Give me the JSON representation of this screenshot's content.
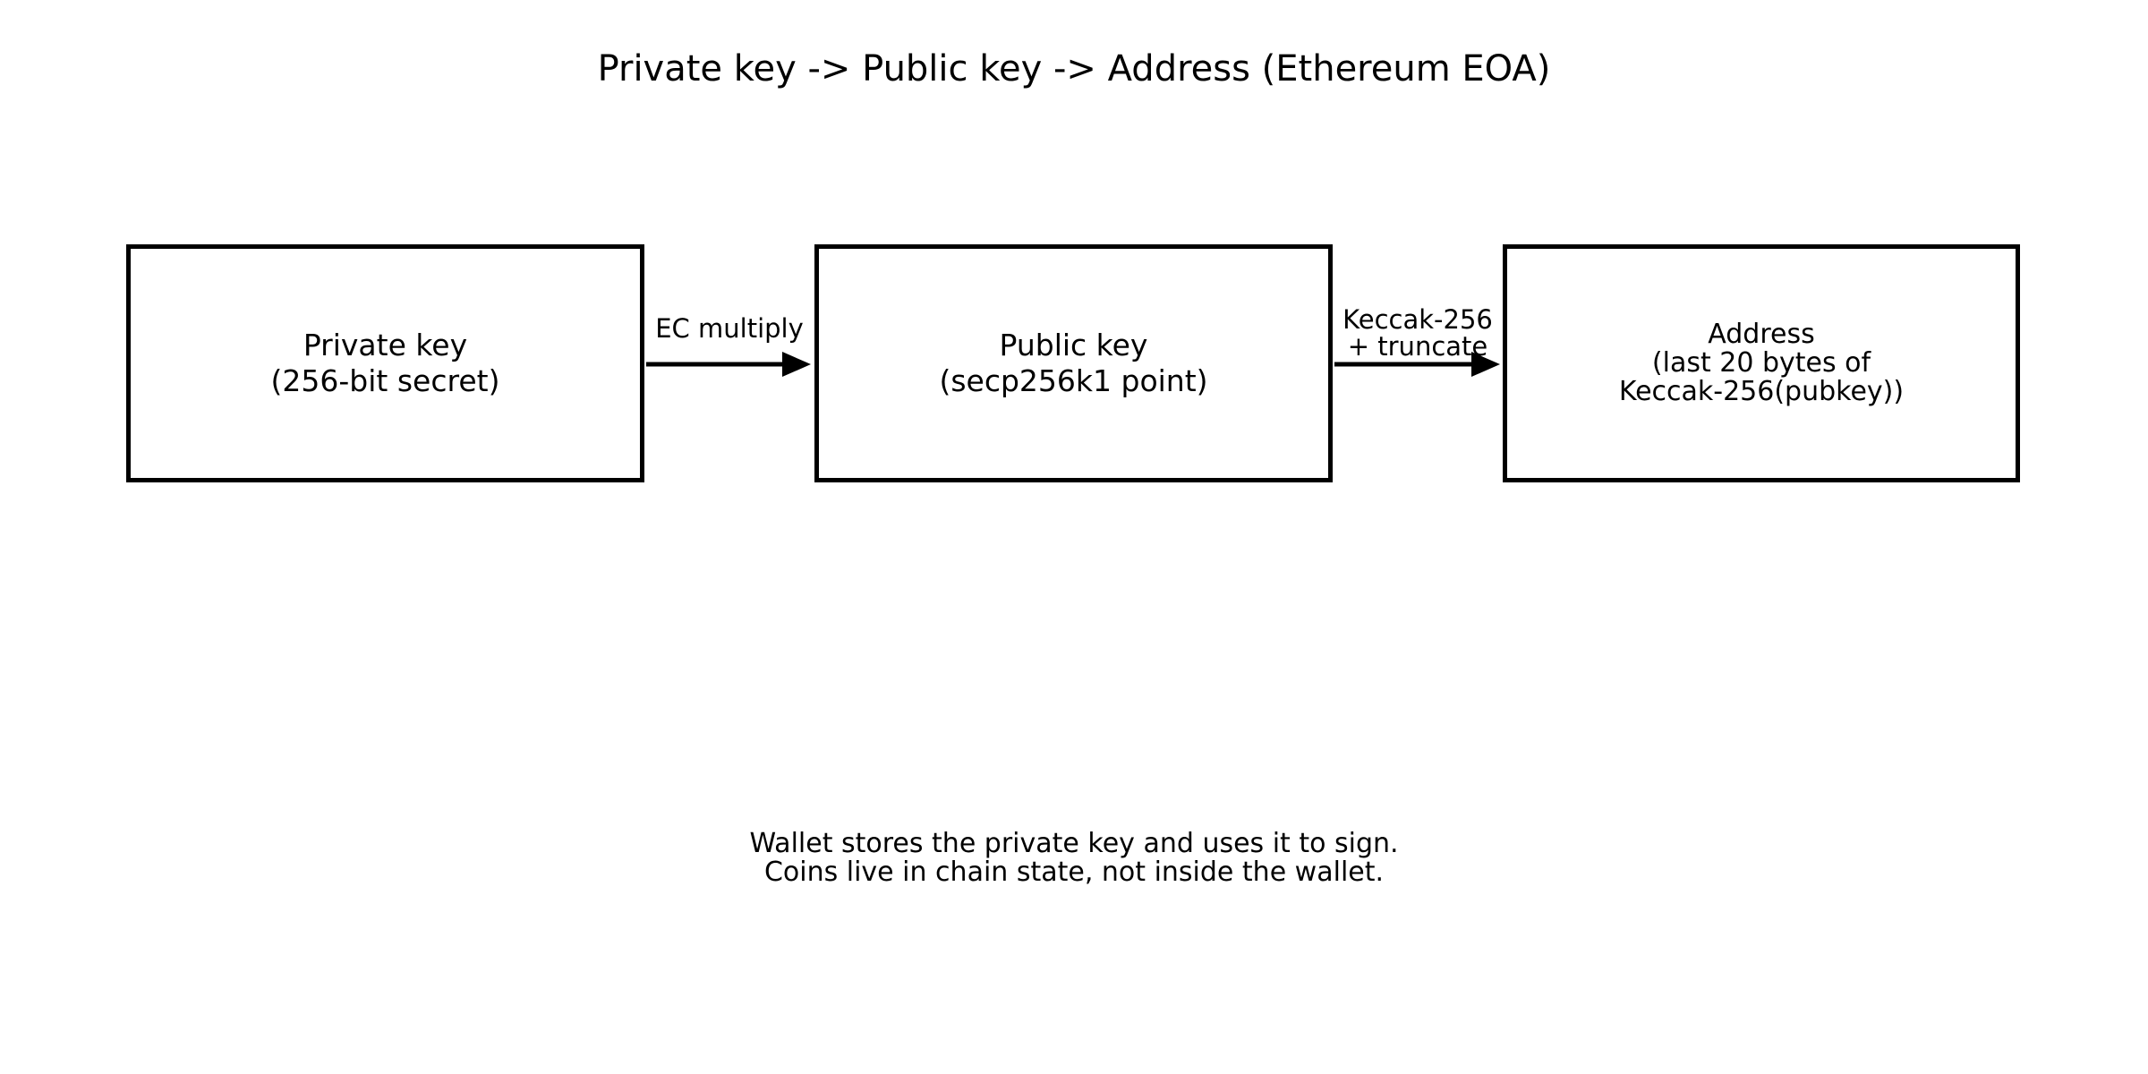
{
  "title": "Private key -> Public key -> Address (Ethereum EOA)",
  "diagram": {
    "nodes": [
      {
        "id": "private-key",
        "label": "Private key\n(256-bit secret)"
      },
      {
        "id": "public-key",
        "label": "Public key\n(secp256k1 point)"
      },
      {
        "id": "address",
        "label": "Address\n(last 20 bytes of\nKeccak-256(pubkey))"
      }
    ],
    "edges": [
      {
        "from": "private-key",
        "to": "public-key",
        "label": "EC multiply"
      },
      {
        "from": "public-key",
        "to": "address",
        "label": "Keccak-256\n+ truncate"
      }
    ]
  },
  "note": "Wallet stores the private key and uses it to sign.\nCoins live in chain state, not inside the wallet.",
  "colors": {
    "background": "#ffffff",
    "stroke": "#000000",
    "text": "#000000"
  }
}
